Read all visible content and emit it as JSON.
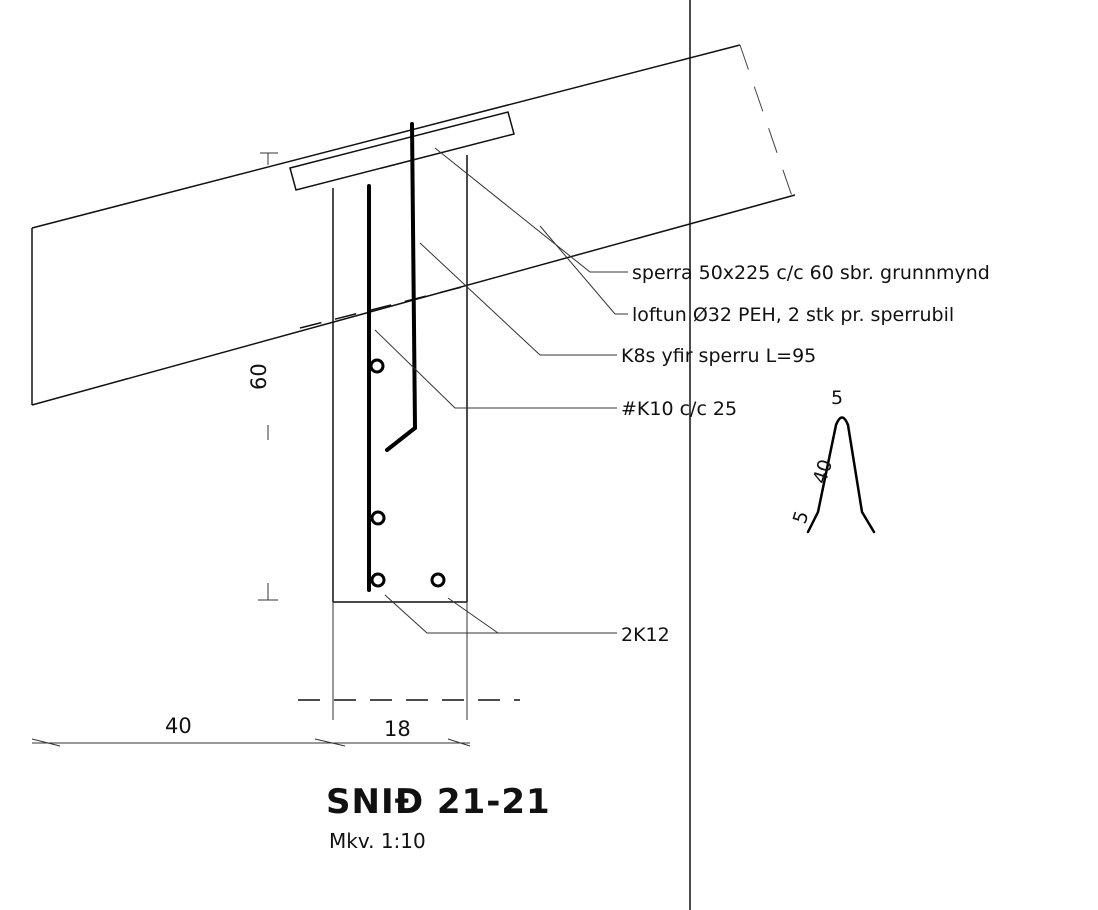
{
  "callouts": {
    "rafter": "sperra 50x225 c/c 60 sbr. grunnmynd",
    "vent": "loftun Ø32 PEH, 2 stk pr. sperrubil",
    "k8s": "K8s yfir sperru L=95",
    "k10": "#K10 c/c 25",
    "k12": "2K12"
  },
  "dimensions": {
    "width_left": "40",
    "width_beam": "18",
    "height": "60"
  },
  "bend_detail": {
    "top": "5",
    "leg": "40",
    "end": "5"
  },
  "title": {
    "section": "SNIÐ 21-21",
    "scale": "Mkv. 1:10"
  }
}
